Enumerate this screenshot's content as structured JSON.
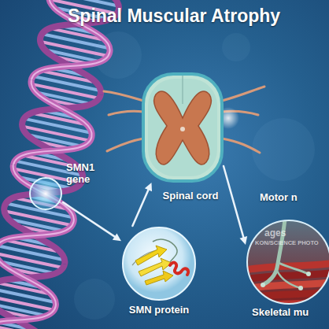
{
  "diagram": {
    "title": "Spinal Muscular Atrophy",
    "nodes": [
      {
        "text": [
          "SMN1 gene"
        ]
      },
      {
        "text": [
          "Spinal cord"
        ]
      },
      {
        "text": [
          "SMN protein"
        ]
      },
      {
        "text": [
          "Motor n",
          "Skeletal mu"
        ]
      }
    ],
    "edges": [
      {
        "from": 0,
        "to": 2,
        "arrow": "to"
      },
      {
        "from": 2,
        "to": 1,
        "arrow": "to"
      },
      {
        "from": 1,
        "to": 3,
        "arrow": "to"
      }
    ],
    "labels": [
      "ages",
      "KON/SCIENCE PHOTO"
    ]
  }
}
